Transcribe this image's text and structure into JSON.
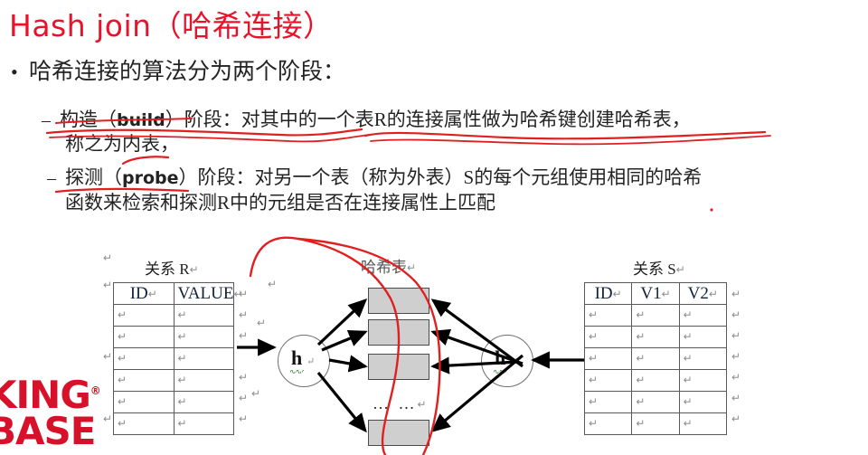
{
  "slide": {
    "title_latin": "Hash join",
    "title_cjk": "（哈希连接）",
    "title_color": "#e8132a"
  },
  "body": {
    "bullet_marker": "•",
    "dash_marker": "–",
    "level1": "哈希连接的算法分为两个阶段：",
    "build": {
      "pre": "构造（",
      "keyword": "build",
      "post": "）阶段：对其中的一个表R的连接属性做为哈希键创建哈希表，",
      "continuation": "称之为内表，"
    },
    "probe": {
      "pre": "探测（",
      "keyword": "probe",
      "post": "）阶段：对另一个表（称为外表）S的每个元组使用相同的哈希",
      "continuation": "函数来检索和探测R中的元组是否在连接属性上匹配"
    }
  },
  "diagram": {
    "pilcrow": "↵",
    "relation_r": {
      "caption": "关系 R",
      "columns": [
        "ID",
        "VALUE"
      ],
      "row_count": 6
    },
    "relation_s": {
      "caption": "关系 S",
      "columns": [
        "ID",
        "V1",
        "V2"
      ],
      "row_count": 6
    },
    "hash_table": {
      "caption": "哈希表",
      "bucket_count": 4,
      "ellipsis": "… …",
      "bucket_color": "#cfcfcf"
    },
    "hash_fn_left": {
      "label": "h"
    },
    "hash_fn_right": {
      "label": "h"
    }
  },
  "logo": {
    "line1": "KING",
    "registered": "®",
    "line2": "BASE",
    "color": "#d8112a"
  },
  "annotations": {
    "ink_color": "#e02020",
    "marks": [
      "strikethrough over 构造（build）",
      "underline under 构造（build）阶段",
      "underline under 一个表R的连接属性做为哈希键创建哈希表",
      "arc above （probe）",
      "underline under 探测（probe）",
      "large loop circling the hash table buckets"
    ]
  }
}
